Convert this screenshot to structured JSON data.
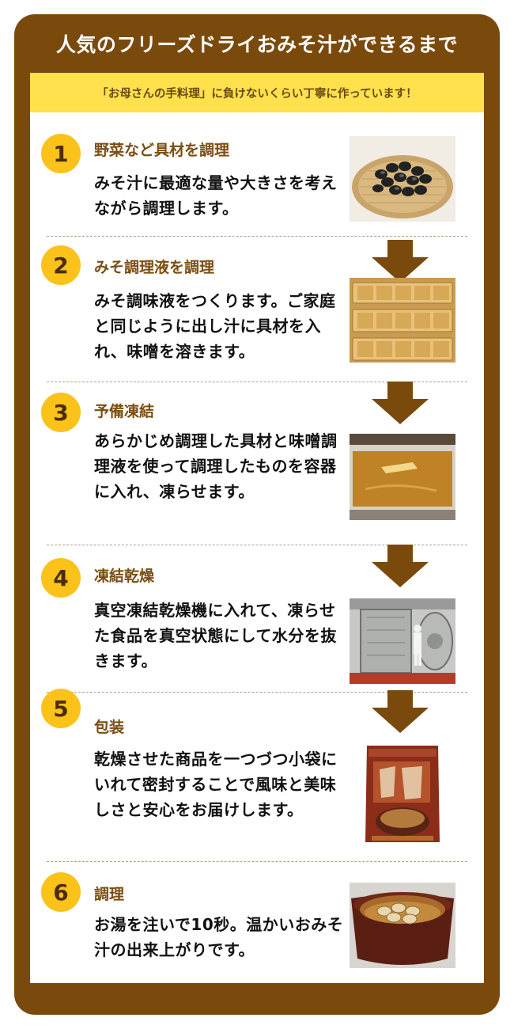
{
  "header": {
    "title": "人気のフリーズドライおみそ汁ができるまで",
    "subtitle": "「お母さんの手料理」に負けないくらい丁寧に作っています！"
  },
  "steps": [
    {
      "number": "1",
      "title": "野菜など具材を調理",
      "desc": "みそ汁に最適な量や大きさを考えながら調理します。",
      "photo": "clams-on-bamboo-tray"
    },
    {
      "number": "2",
      "title": "みそ調理液を調理",
      "desc": "みそ調味液をつくります。ご家庭と同じように出し汁に具材を入れ、味噌を溶きます。",
      "photo": "trays-of-miso-blocks"
    },
    {
      "number": "3",
      "title": "予備凍結",
      "desc": "あらかじめ調理した具材と味噌調理液を使って調理したものを容器に入れ、凍らせます。",
      "photo": "miso-liquid-in-tray"
    },
    {
      "number": "4",
      "title": "凍結乾燥",
      "desc": "真空凍結乾燥機に入れて、凍らせた食品を真空状態にして水分を抜きます。",
      "photo": "vacuum-freeze-dryer"
    },
    {
      "number": "5",
      "title": "包装",
      "desc": "乾燥させた商品を一つづつ小袋にいれて密封することで風味と美味しさと安心をお届けします。",
      "photo": "packaged-product"
    },
    {
      "number": "6",
      "title": "調理",
      "desc": "お湯を注いで10秒。温かいおみそ汁の出来上がりです。",
      "photo": "bowl-of-miso-soup"
    }
  ],
  "colors": {
    "frame": "#7a4a0d",
    "subtitle_band": "#ffe04d",
    "number_badge": "#fbc21a",
    "step_title": "#7a4d12",
    "arrow": "#7a4a0d"
  }
}
